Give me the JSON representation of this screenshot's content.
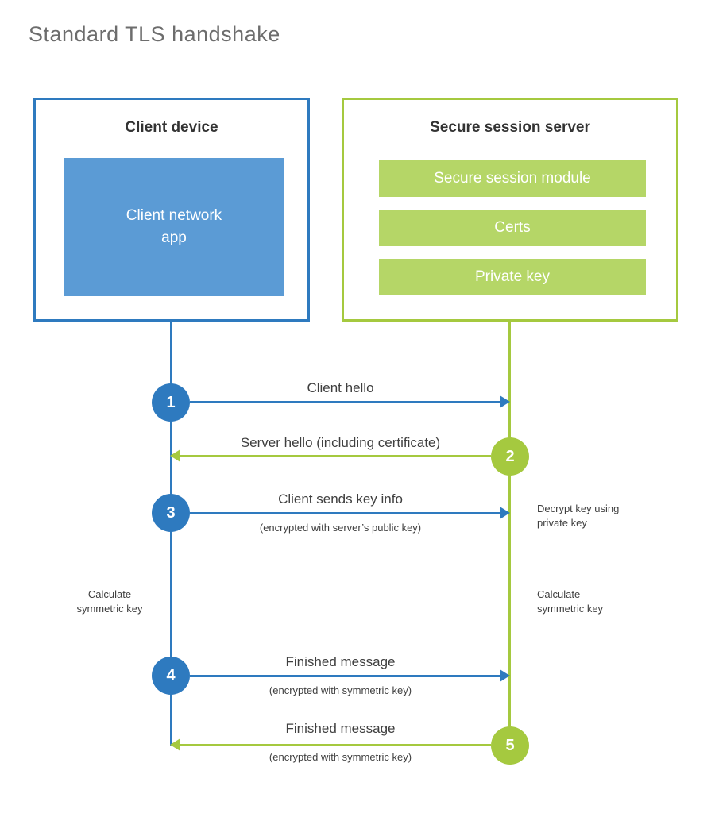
{
  "title": "Standard TLS handshake",
  "colors": {
    "blue": "#2e7abf",
    "blue_fill": "#5b9bd5",
    "green": "#a5c93f",
    "green_fill": "#b5d667",
    "text": "#3f3f3f",
    "title_gray": "#6d6d6d"
  },
  "client": {
    "title": "Client device",
    "app": "Client network app"
  },
  "server": {
    "title": "Secure session server",
    "modules": [
      "Secure session module",
      "Certs",
      "Private key"
    ]
  },
  "steps": [
    {
      "num": "1",
      "label": "Client hello",
      "sub": ""
    },
    {
      "num": "2",
      "label": "Server hello (including certificate)",
      "sub": ""
    },
    {
      "num": "3",
      "label": "Client sends key info",
      "sub": "(encrypted with server’s public key)"
    },
    {
      "num": "4",
      "label": "Finished message",
      "sub": "(encrypted with symmetric key)"
    },
    {
      "num": "5",
      "label": "Finished message",
      "sub": "(encrypted with symmetric key)"
    }
  ],
  "annotations": {
    "decrypt_key": "Decrypt key using private key",
    "calc_symmetric_left": "Calculate symmetric key",
    "calc_symmetric_right": "Calculate symmetric key"
  }
}
